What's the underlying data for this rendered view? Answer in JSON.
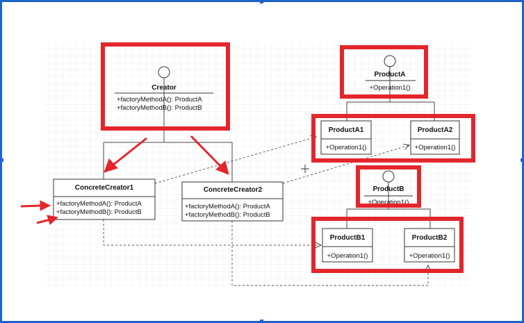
{
  "classes": {
    "creator": {
      "name": "Creator",
      "methods": [
        "+factoryMethodA(): ProductA",
        "+factoryMethodB(): ProductB"
      ]
    },
    "concrete_creator_1": {
      "name": "ConcreteCreator1",
      "methods": [
        "+factoryMethodA(): ProductA",
        "+factoryMethodB(): ProductB"
      ]
    },
    "concrete_creator_2": {
      "name": "ConcreteCreator2",
      "methods": [
        "+factoryMethodA(): ProductA",
        "+factoryMethodB(): ProductB"
      ]
    },
    "product_a": {
      "name": "ProductA",
      "methods": [
        "+Operation1()"
      ]
    },
    "product_a1": {
      "name": "ProductA1",
      "methods": [
        "+Operation1()"
      ]
    },
    "product_a2": {
      "name": "ProductA2",
      "methods": [
        "+Operation1()"
      ]
    },
    "product_b": {
      "name": "ProductB",
      "methods": [
        "+Operation1()"
      ]
    },
    "product_b1": {
      "name": "ProductB1",
      "methods": [
        "+Operation1()"
      ]
    },
    "product_b2": {
      "name": "ProductB2",
      "methods": [
        "+Operation1()"
      ]
    }
  },
  "colors": {
    "highlight": "#e3262b",
    "window_edge": "#1d64c8",
    "grid": "#ececec"
  }
}
